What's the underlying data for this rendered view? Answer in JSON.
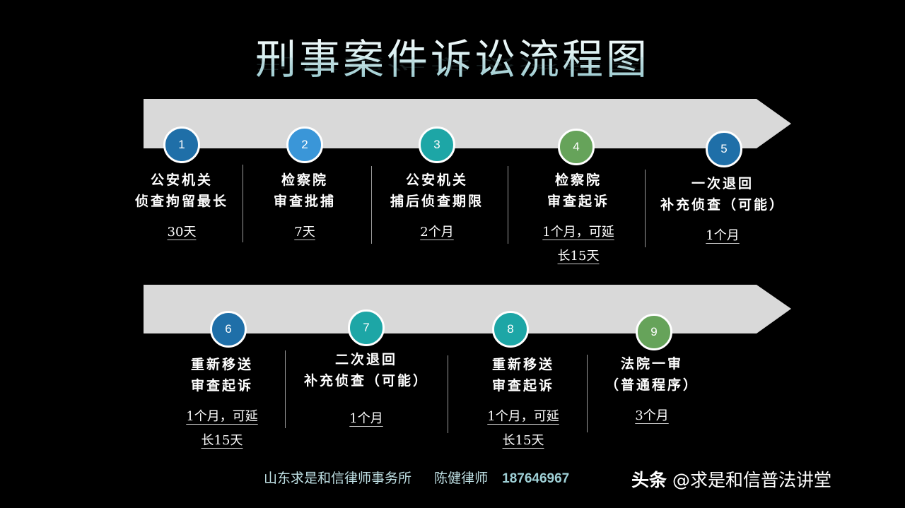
{
  "title": "刑事案件诉讼流程图",
  "colors": {
    "background": "#000000",
    "arrow_fill": "#d9d9d9",
    "dark_blue": "#1f6fa8",
    "light_blue": "#3a96d8",
    "teal": "#1da6a6",
    "green": "#66a35a"
  },
  "steps": [
    {
      "num": "1",
      "line1": "公安机关",
      "line2": "侦查拘留最长",
      "duration": [
        "30天"
      ],
      "color": "#1f6fa8"
    },
    {
      "num": "2",
      "line1": "检察院",
      "line2": "审查批捕",
      "duration": [
        "7天"
      ],
      "color": "#3a96d8"
    },
    {
      "num": "3",
      "line1": "公安机关",
      "line2": "捕后侦查期限",
      "duration": [
        "2个月"
      ],
      "color": "#1da6a6"
    },
    {
      "num": "4",
      "line1": "检察院",
      "line2": "审查起诉",
      "duration": [
        "1个月，可延",
        "长15天"
      ],
      "color": "#66a35a"
    },
    {
      "num": "5",
      "line1": "一次退回",
      "line2": "补充侦查（可能）",
      "duration": [
        "1个月"
      ],
      "color": "#1f6fa8"
    },
    {
      "num": "6",
      "line1": "重新移送",
      "line2": "审查起诉",
      "duration": [
        "1个月，可延",
        "长15天"
      ],
      "color": "#1f6fa8"
    },
    {
      "num": "7",
      "line1": "二次退回",
      "line2": "补充侦查（可能）",
      "duration": [
        "1个月"
      ],
      "color": "#1da6a6"
    },
    {
      "num": "8",
      "line1": "重新移送",
      "line2": "审查起诉",
      "duration": [
        "1个月，可延",
        "长15天"
      ],
      "color": "#1da6a6"
    },
    {
      "num": "9",
      "line1": "法院一审",
      "line2": "（普通程序）",
      "duration": [
        "3个月"
      ],
      "color": "#66a35a"
    }
  ],
  "footer": {
    "firm": "山东求是和信律师事务所",
    "lawyer": "陈健律师",
    "phone": "187646967"
  },
  "watermark": {
    "brand": "头条",
    "handle": "@求是和信普法讲堂"
  }
}
